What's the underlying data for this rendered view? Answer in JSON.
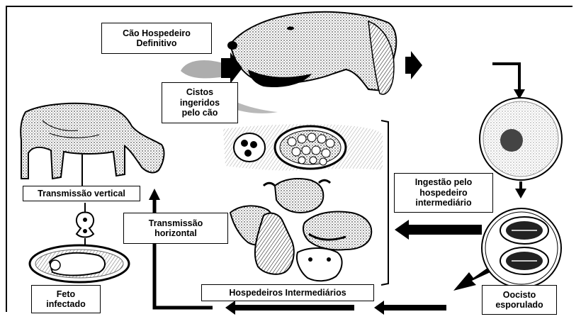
{
  "labels": {
    "dog_host": "Cão Hospedeiro\nDefinitivo",
    "cysts": "Cistos\ningeridos\npelo cão",
    "vertical": "Transmissão vertical",
    "horizontal": "Transmissão\nhorizontal",
    "ingestion": "Ingestão pelo\nhospedeiro\nintermediário",
    "fetus": "Feto\ninfectado",
    "intermediate": "Hospedeiros Intermediários",
    "oocyst": "Oocisto\nesporulado"
  },
  "colors": {
    "ink": "#000000",
    "paper": "#ffffff",
    "shade": "#8a8a8a"
  }
}
